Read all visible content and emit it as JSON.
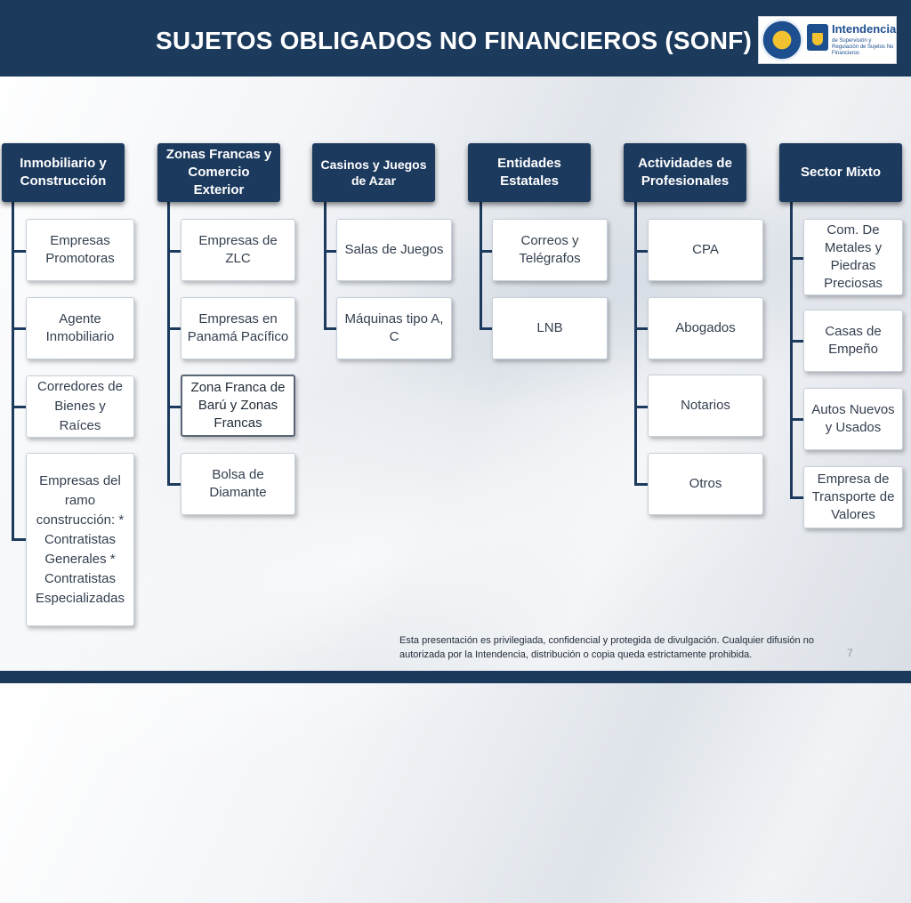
{
  "title": "SUJETOS OBLIGADOS NO FINANCIEROS (SONF)",
  "logo": {
    "name": "Intendencia",
    "subtitle": "de Supervisión y Regulación de Sujetos No Financieros"
  },
  "columns": [
    {
      "header": "Inmobiliario y Construcción",
      "items": [
        "Empresas Promotoras",
        "Agente Inmobiliario",
        "Corredores de Bienes y Raíces",
        "Empresas del ramo construcción: * Contratistas Generales * Contratistas Especializadas"
      ]
    },
    {
      "header": "Zonas Francas y Comercio Exterior",
      "items": [
        "Empresas de ZLC",
        "Empresas en Panamá Pacífico",
        "Zona Franca de Barú y Zonas Francas",
        "Bolsa de Diamante"
      ]
    },
    {
      "header": "Casinos y Juegos de Azar",
      "items": [
        "Salas de Juegos",
        "Máquinas tipo A, C"
      ]
    },
    {
      "header": "Entidades Estatales",
      "items": [
        "Correos y Telégrafos",
        "LNB"
      ]
    },
    {
      "header": "Actividades de Profesionales",
      "items": [
        "CPA",
        "Abogados",
        "Notarios",
        "Otros"
      ]
    },
    {
      "header": "Sector Mixto",
      "items": [
        "Com. De Metales y Piedras Preciosas",
        "Casas de Empeño",
        "Autos Nuevos y Usados",
        "Empresa de Transporte de Valores"
      ]
    }
  ],
  "footer": "Esta presentación es privilegiada, confidencial y protegida de divulgación. Cualquier difusión no autorizada por la Intendencia, distribución o copia queda estrictamente prohibida.",
  "page_number": "7"
}
